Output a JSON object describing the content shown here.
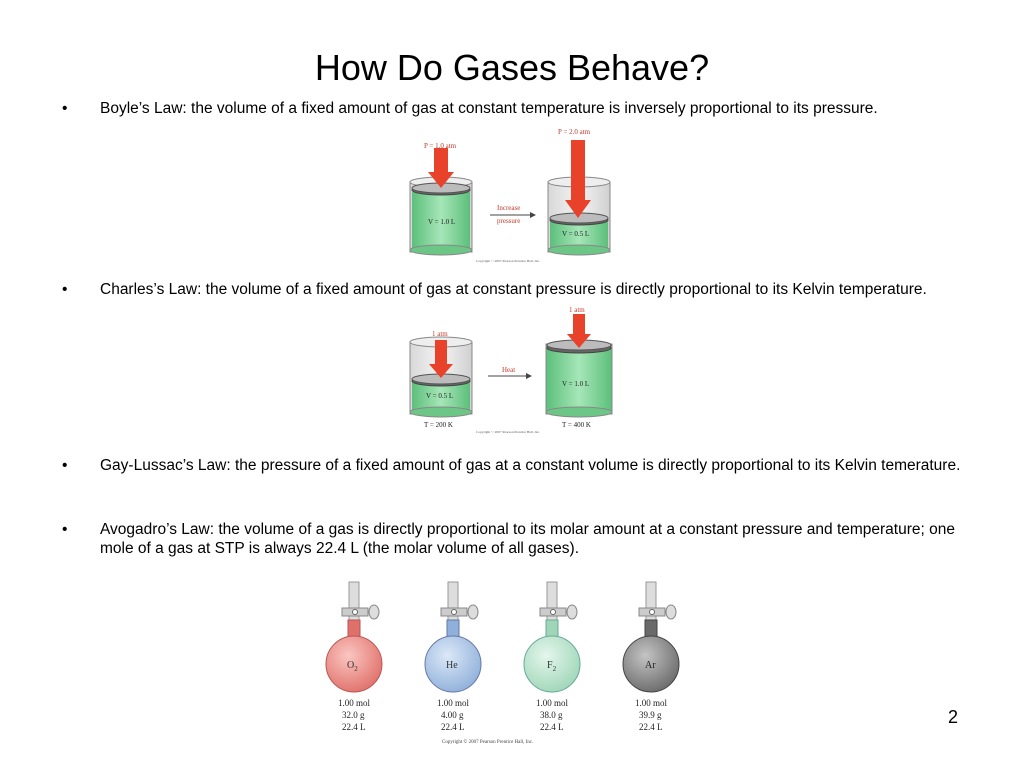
{
  "slide": {
    "title": "How Do Gases Behave?",
    "bullet_symbol": "•",
    "page_number": "2"
  },
  "bullets": [
    {
      "text": "Boyle’s Law:  the volume of a fixed amount of gas at constant temperature is inversely proportional to its pressure."
    },
    {
      "text": "Charles’s Law:  the volume of a fixed amount of gas at constant pressure is directly proportional to its Kelvin temperature."
    },
    {
      "text": "Gay-Lussac’s Law:  the pressure of a fixed amount of gas at a constant volume is directly proportional to its Kelvin temerature."
    },
    {
      "text": "Avogadro’s Law:  the volume of a gas is directly proportional to its molar amount at a constant pressure and temperature;  one mole of a gas at STP is always 22.4 L (the molar volume of all gases)."
    }
  ],
  "boyle_figure": {
    "left_pressure": "P = 1.0 atm",
    "right_pressure": "P = 2.0 atm",
    "left_volume": "V = 1.0 L",
    "right_volume": "V = 0.5 L",
    "arrow_label_1": "Increase",
    "arrow_label_2": "pressure",
    "copyright": "Copyright © 2007 Pearson Prentice Hall, Inc."
  },
  "charles_figure": {
    "left_pressure": "1 atm",
    "right_pressure": "1 atm",
    "left_volume": "V = 0.5 L",
    "right_volume": "V = 1.0 L",
    "left_temp": "T = 200 K",
    "right_temp": "T = 400 K",
    "arrow_label": "Heat",
    "copyright": "Copyright © 2007 Pearson Prentice Hall, Inc."
  },
  "avogadro_figure": {
    "flasks": [
      {
        "gas": "O",
        "sub": "2",
        "moles": "1.00 mol",
        "mass": "32.0 g",
        "volume": "22.4 L"
      },
      {
        "gas": "He",
        "sub": "",
        "moles": "1.00 mol",
        "mass": "4.00 g",
        "volume": "22.4 L"
      },
      {
        "gas": "F",
        "sub": "2",
        "moles": "1.00 mol",
        "mass": "38.0 g",
        "volume": "22.4 L"
      },
      {
        "gas": "Ar",
        "sub": "",
        "moles": "1.00 mol",
        "mass": "39.9 g",
        "volume": "22.4 L"
      }
    ],
    "copyright": "Copyright © 2007 Pearson Prentice Hall, Inc."
  },
  "colors": {
    "gas_green": "#7fd49a",
    "arrow_red": "#e8432a",
    "o2_flask": "#ee8a84",
    "he_flask": "#a9c6e8",
    "f2_flask": "#b9e3cc",
    "ar_flask": "#8c8c8c"
  }
}
